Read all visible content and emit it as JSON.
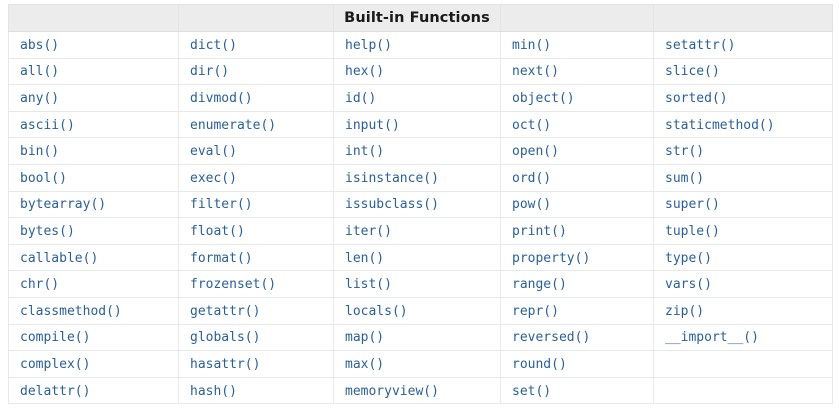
{
  "page": {
    "background_color": "#ffffff",
    "link_color": "#2a6099",
    "header_background_color": "#ececec",
    "border_color": "#e8e8e8"
  },
  "table": {
    "name": "builtin-functions-table",
    "header": {
      "title": "Built-in Functions",
      "title_column_index": 2,
      "blank_labels": [
        "",
        "",
        "",
        ""
      ]
    },
    "column_count": 5,
    "row_count": 14,
    "rows": [
      [
        "abs()",
        "dict()",
        "help()",
        "min()",
        "setattr()"
      ],
      [
        "all()",
        "dir()",
        "hex()",
        "next()",
        "slice()"
      ],
      [
        "any()",
        "divmod()",
        "id()",
        "object()",
        "sorted()"
      ],
      [
        "ascii()",
        "enumerate()",
        "input()",
        "oct()",
        "staticmethod()"
      ],
      [
        "bin()",
        "eval()",
        "int()",
        "open()",
        "str()"
      ],
      [
        "bool()",
        "exec()",
        "isinstance()",
        "ord()",
        "sum()"
      ],
      [
        "bytearray()",
        "filter()",
        "issubclass()",
        "pow()",
        "super()"
      ],
      [
        "bytes()",
        "float()",
        "iter()",
        "print()",
        "tuple()"
      ],
      [
        "callable()",
        "format()",
        "len()",
        "property()",
        "type()"
      ],
      [
        "chr()",
        "frozenset()",
        "list()",
        "range()",
        "vars()"
      ],
      [
        "classmethod()",
        "getattr()",
        "locals()",
        "repr()",
        "zip()"
      ],
      [
        "compile()",
        "globals()",
        "map()",
        "reversed()",
        "__import__()"
      ],
      [
        "complex()",
        "hasattr()",
        "max()",
        "round()",
        ""
      ],
      [
        "delattr()",
        "hash()",
        "memoryview()",
        "set()",
        ""
      ]
    ]
  }
}
